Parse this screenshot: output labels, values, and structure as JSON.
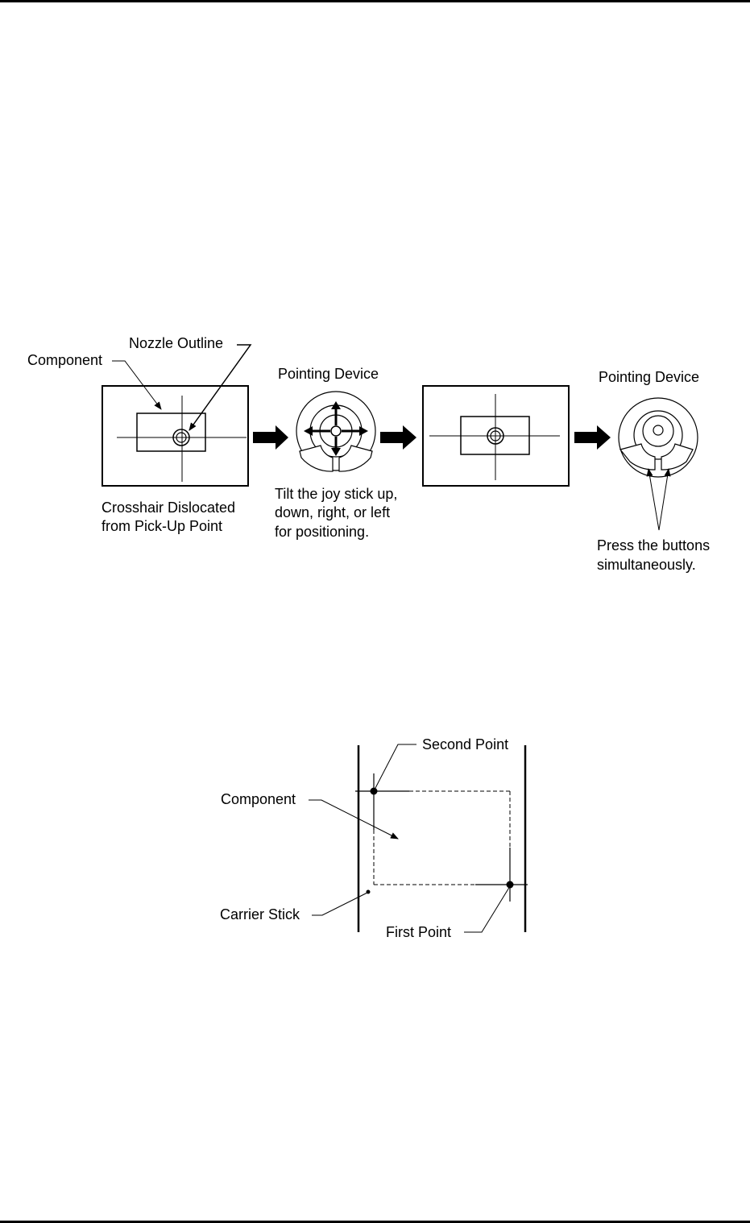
{
  "figure1": {
    "labels": {
      "component": "Component",
      "nozzle_outline": "Nozzle Outline",
      "pointing_device_1": "Pointing Device",
      "pointing_device_2": "Pointing Device"
    },
    "captions": {
      "crosshair": [
        "Crosshair Dislocated",
        "from Pick-Up Point"
      ],
      "tilt": [
        "Tilt the joy stick up,",
        "down, right, or left",
        "for positioning."
      ],
      "press": [
        "Press the buttons",
        "simultaneously."
      ]
    }
  },
  "figure2": {
    "labels": {
      "second_point": "Second Point",
      "component": "Component",
      "carrier_stick": "Carrier Stick",
      "first_point": "First Point"
    }
  }
}
